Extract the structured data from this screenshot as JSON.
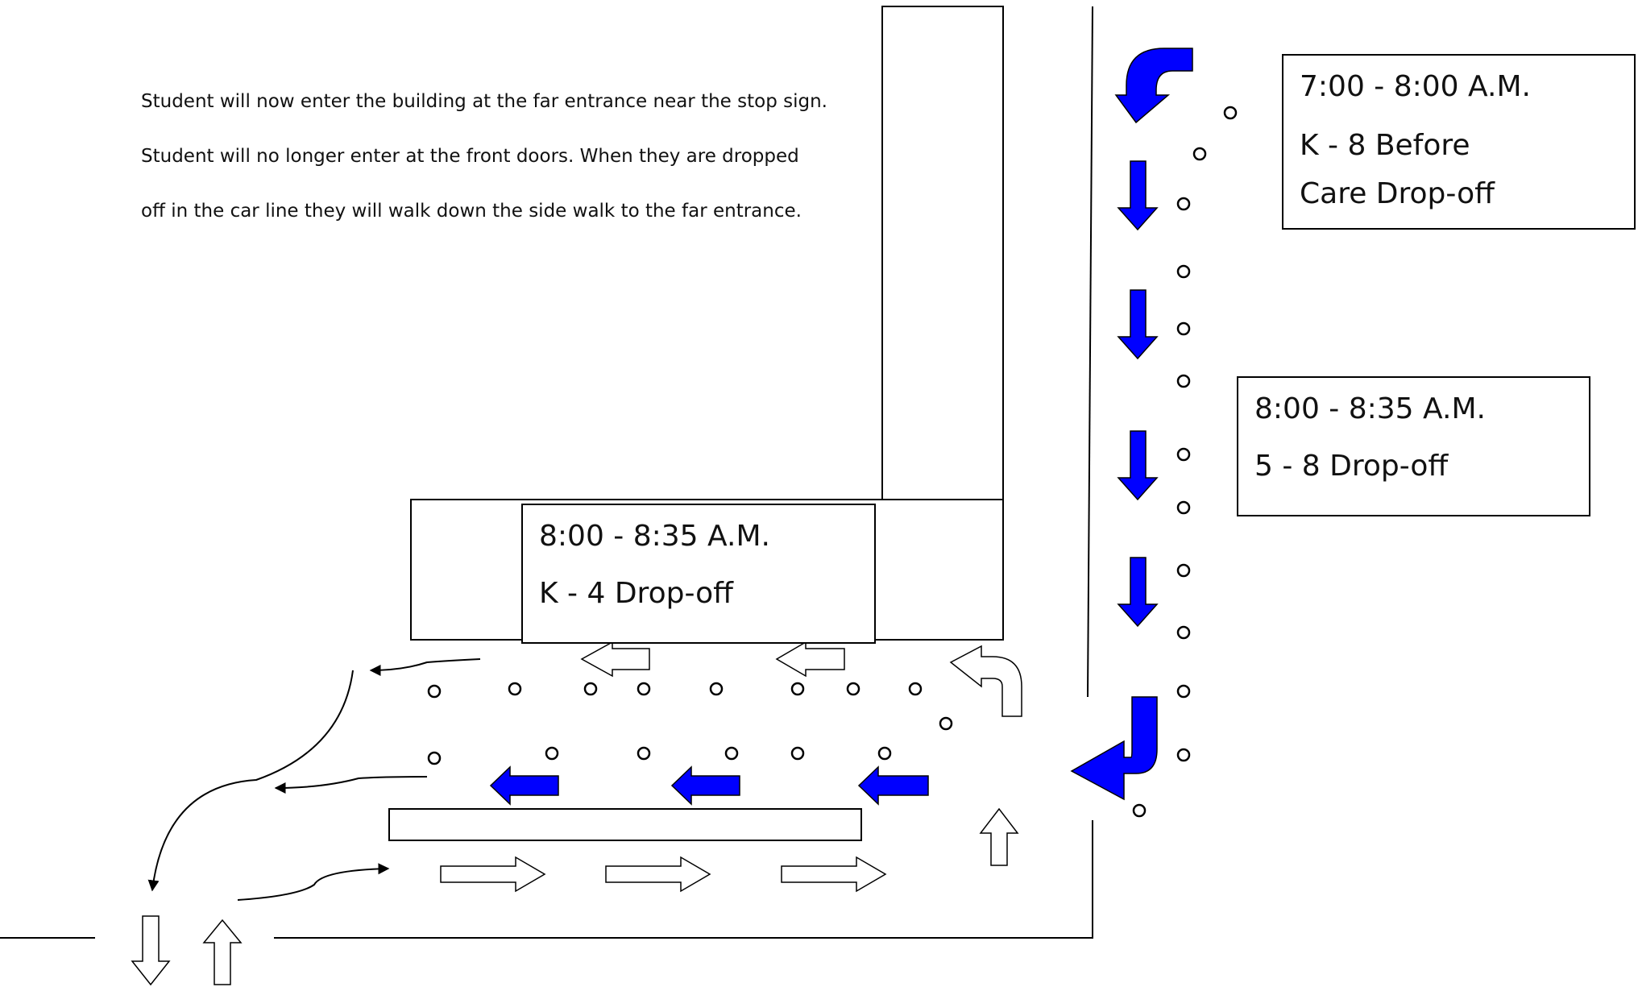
{
  "notice": {
    "line1": "Student will now enter the building at the far entrance near the stop sign.",
    "line2": "Student will no longer enter at the front doors. When they are dropped",
    "line3": "off in the car line they will walk down the side walk to the far entrance."
  },
  "zones": [
    {
      "time": "7:00 - 8:00 A.M.",
      "group": "K - 8 Before Care Drop-off"
    },
    {
      "time": "8:00 - 8:35 A.M.",
      "group": "5 - 8 Drop-off"
    },
    {
      "time": "8:00 - 8:35 A.M.",
      "group": "K - 4 Drop-off"
    }
  ],
  "colors": {
    "traffic_arrow": "#0000ff",
    "walk_arrow": "#ffffff",
    "outline": "#000000"
  }
}
